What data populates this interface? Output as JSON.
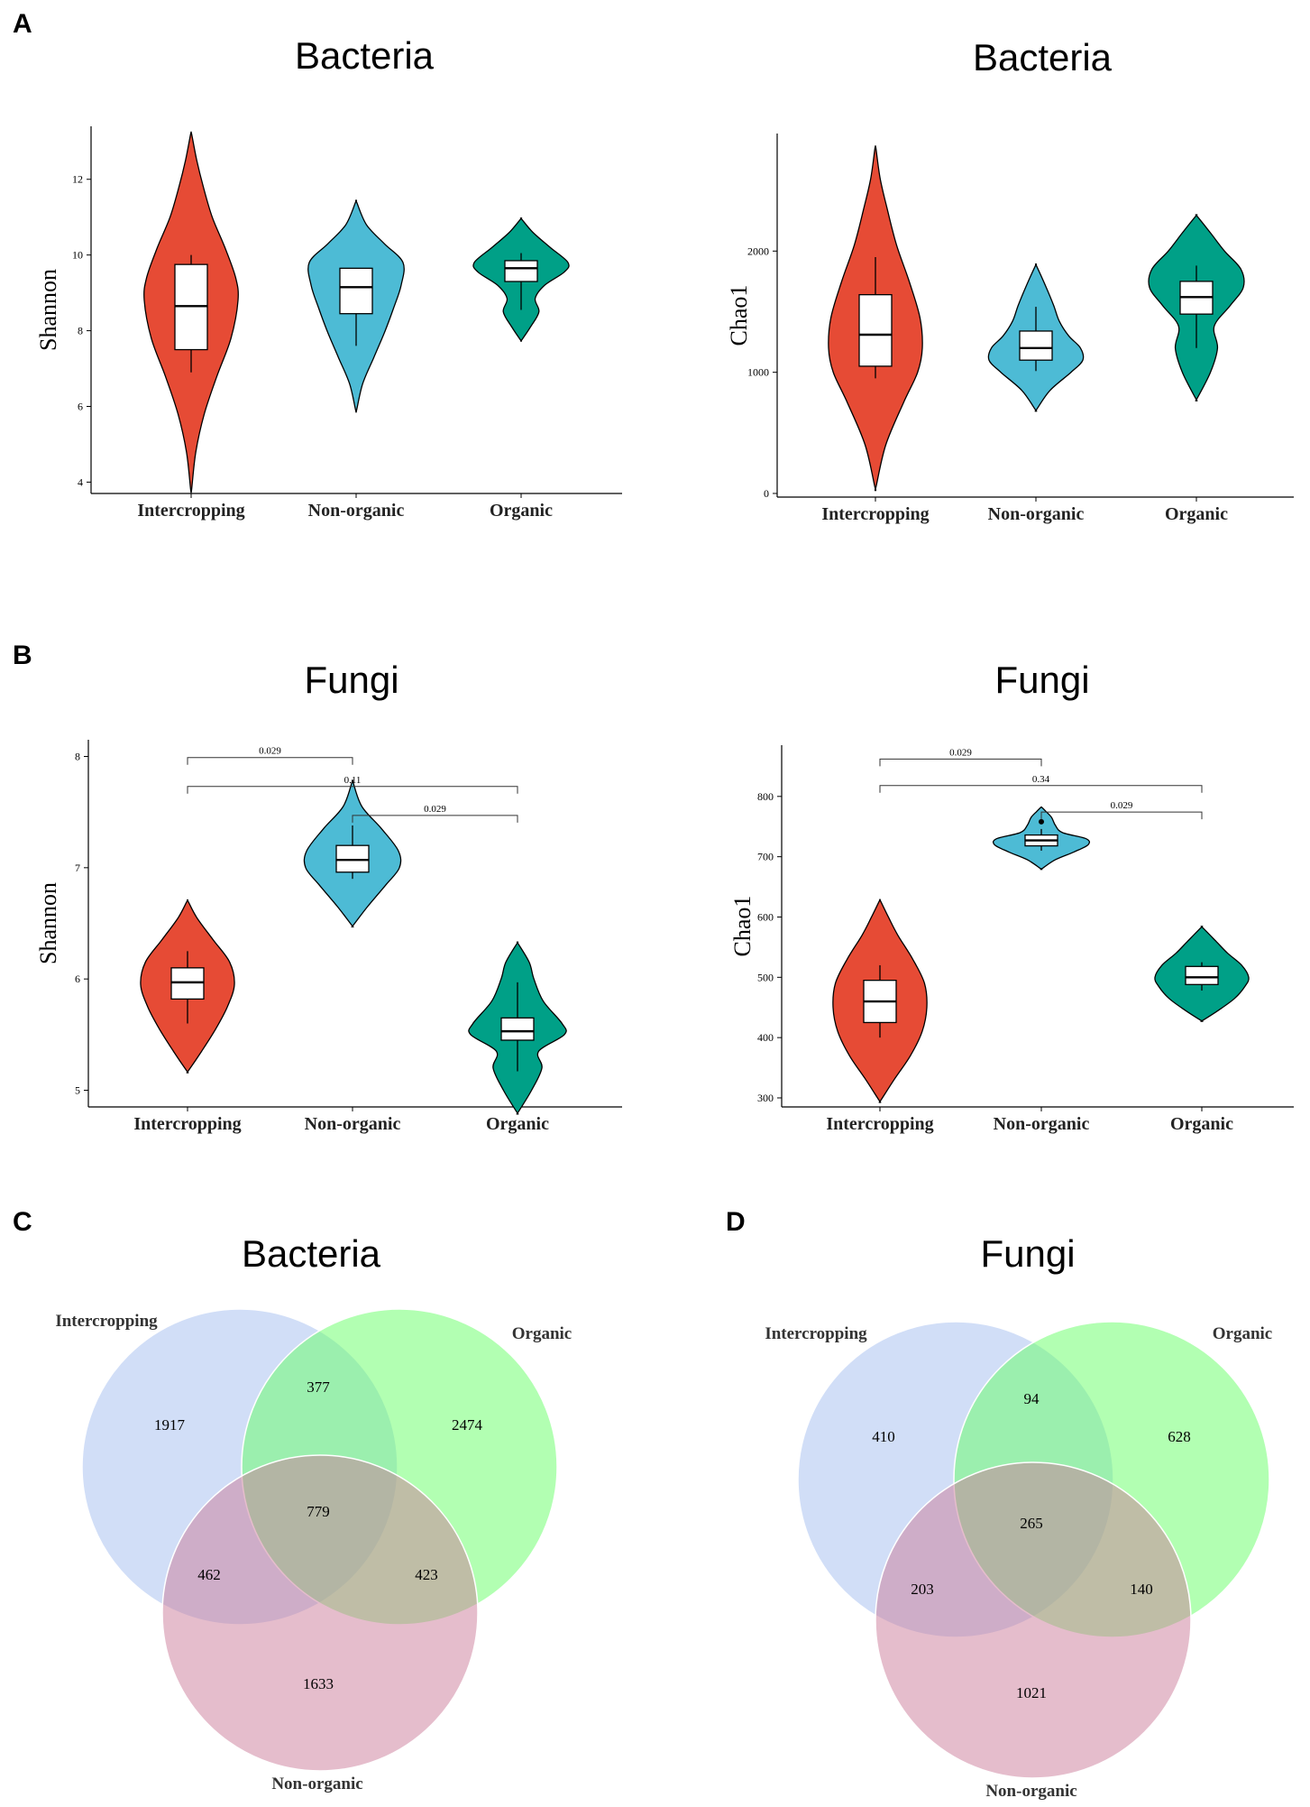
{
  "panels": [
    {
      "letter": "A"
    },
    {
      "letter": "B"
    },
    {
      "letter": "C"
    },
    {
      "letter": "D"
    }
  ],
  "colors": {
    "Intercropping": "#e64b35",
    "Non-organic": "#4dbbd5",
    "Organic": "#00a087",
    "venn_intercropping": "#a3bdf0",
    "venn_organic": "#66ff66",
    "venn_nonorganic": "#cc7b99"
  },
  "chart_data": [
    {
      "type": "violin",
      "title": "Bacteria",
      "ylabel": "Shannon",
      "categories": [
        "Intercropping",
        "Non-organic",
        "Organic"
      ],
      "ylim": [
        3.7,
        13.4
      ],
      "yticks": [
        4,
        6,
        8,
        10,
        12
      ],
      "groups": [
        {
          "name": "Intercropping",
          "range": [
            3.8,
            13.2
          ],
          "box": {
            "q1": 7.5,
            "median": 8.65,
            "q3": 9.75,
            "whisker_low": 6.9,
            "whisker_high": 10.0
          },
          "density": [
            [
              3.8,
              0.01
            ],
            [
              4.8,
              0.1
            ],
            [
              5.8,
              0.28
            ],
            [
              6.8,
              0.55
            ],
            [
              7.8,
              0.85
            ],
            [
              8.8,
              1.0
            ],
            [
              9.4,
              0.95
            ],
            [
              10.2,
              0.72
            ],
            [
              11.0,
              0.45
            ],
            [
              11.8,
              0.26
            ],
            [
              12.5,
              0.12
            ],
            [
              13.2,
              0.01
            ]
          ]
        },
        {
          "name": "Non-organic",
          "range": [
            5.9,
            11.4
          ],
          "box": {
            "q1": 8.45,
            "median": 9.15,
            "q3": 9.65,
            "whisker_low": 7.6,
            "whisker_high": 9.65
          },
          "density": [
            [
              5.9,
              0.01
            ],
            [
              6.6,
              0.14
            ],
            [
              7.3,
              0.38
            ],
            [
              8.0,
              0.62
            ],
            [
              8.6,
              0.8
            ],
            [
              9.2,
              0.96
            ],
            [
              9.8,
              1.0
            ],
            [
              10.3,
              0.6
            ],
            [
              10.8,
              0.22
            ],
            [
              11.4,
              0.01
            ]
          ]
        },
        {
          "name": "Organic",
          "range": [
            7.75,
            10.95
          ],
          "box": {
            "q1": 9.3,
            "median": 9.65,
            "q3": 9.85,
            "whisker_low": 8.55,
            "whisker_high": 10.05
          },
          "density": [
            [
              7.75,
              0.01
            ],
            [
              8.1,
              0.2
            ],
            [
              8.5,
              0.38
            ],
            [
              8.85,
              0.3
            ],
            [
              9.2,
              0.5
            ],
            [
              9.55,
              0.92
            ],
            [
              9.8,
              1.0
            ],
            [
              10.2,
              0.62
            ],
            [
              10.6,
              0.25
            ],
            [
              10.95,
              0.01
            ]
          ]
        }
      ]
    },
    {
      "type": "violin",
      "title": "Bacteria",
      "ylabel": "Chao1",
      "categories": [
        "Intercropping",
        "Non-organic",
        "Organic"
      ],
      "ylim": [
        -30,
        2970
      ],
      "yticks": [
        0,
        1000,
        2000
      ],
      "groups": [
        {
          "name": "Intercropping",
          "range": [
            50,
            2850
          ],
          "box": {
            "q1": 1050,
            "median": 1310,
            "q3": 1640,
            "whisker_low": 950,
            "whisker_high": 1950
          },
          "density": [
            [
              50,
              0.01
            ],
            [
              400,
              0.22
            ],
            [
              750,
              0.6
            ],
            [
              1000,
              0.9
            ],
            [
              1200,
              1.0
            ],
            [
              1450,
              0.95
            ],
            [
              1750,
              0.72
            ],
            [
              2050,
              0.45
            ],
            [
              2350,
              0.25
            ],
            [
              2600,
              0.1
            ],
            [
              2850,
              0.01
            ]
          ]
        },
        {
          "name": "Non-organic",
          "range": [
            690,
            1880
          ],
          "box": {
            "q1": 1100,
            "median": 1200,
            "q3": 1340,
            "whisker_low": 1010,
            "whisker_high": 1540
          },
          "density": [
            [
              690,
              0.01
            ],
            [
              850,
              0.3
            ],
            [
              1000,
              0.75
            ],
            [
              1100,
              1.0
            ],
            [
              1200,
              0.95
            ],
            [
              1300,
              0.7
            ],
            [
              1420,
              0.5
            ],
            [
              1550,
              0.38
            ],
            [
              1700,
              0.22
            ],
            [
              1880,
              0.01
            ]
          ]
        },
        {
          "name": "Organic",
          "range": [
            780,
            2290
          ],
          "box": {
            "q1": 1480,
            "median": 1620,
            "q3": 1750,
            "whisker_low": 1200,
            "whisker_high": 1880
          },
          "density": [
            [
              780,
              0.01
            ],
            [
              1000,
              0.3
            ],
            [
              1200,
              0.45
            ],
            [
              1380,
              0.38
            ],
            [
              1550,
              0.72
            ],
            [
              1700,
              1.0
            ],
            [
              1850,
              0.95
            ],
            [
              2000,
              0.6
            ],
            [
              2150,
              0.3
            ],
            [
              2290,
              0.01
            ]
          ]
        }
      ]
    },
    {
      "type": "violin",
      "title": "Fungi",
      "ylabel": "Shannon",
      "categories": [
        "Intercropping",
        "Non-organic",
        "Organic"
      ],
      "ylim": [
        4.85,
        8.15
      ],
      "yticks": [
        5,
        6,
        7,
        8
      ],
      "groups": [
        {
          "name": "Intercropping",
          "range": [
            5.17,
            6.7
          ],
          "box": {
            "q1": 5.82,
            "median": 5.97,
            "q3": 6.1,
            "whisker_low": 5.6,
            "whisker_high": 6.25
          },
          "density": [
            [
              5.17,
              0.01
            ],
            [
              5.35,
              0.3
            ],
            [
              5.55,
              0.6
            ],
            [
              5.75,
              0.85
            ],
            [
              5.95,
              1.0
            ],
            [
              6.15,
              0.9
            ],
            [
              6.35,
              0.55
            ],
            [
              6.55,
              0.2
            ],
            [
              6.7,
              0.01
            ]
          ]
        },
        {
          "name": "Non-organic",
          "range": [
            6.48,
            7.77
          ],
          "box": {
            "q1": 6.96,
            "median": 7.07,
            "q3": 7.2,
            "whisker_low": 6.9,
            "whisker_high": 7.38
          },
          "density": [
            [
              6.48,
              0.01
            ],
            [
              6.65,
              0.32
            ],
            [
              6.85,
              0.72
            ],
            [
              7.0,
              1.0
            ],
            [
              7.15,
              0.98
            ],
            [
              7.35,
              0.62
            ],
            [
              7.55,
              0.2
            ],
            [
              7.77,
              0.01
            ]
          ]
        },
        {
          "name": "Organic",
          "range": [
            4.8,
            6.32
          ],
          "box": {
            "q1": 5.45,
            "median": 5.53,
            "q3": 5.65,
            "whisker_low": 5.17,
            "whisker_high": 5.97
          },
          "density": [
            [
              4.8,
              0.01
            ],
            [
              5.0,
              0.3
            ],
            [
              5.2,
              0.52
            ],
            [
              5.35,
              0.45
            ],
            [
              5.5,
              1.0
            ],
            [
              5.6,
              0.95
            ],
            [
              5.8,
              0.55
            ],
            [
              6.0,
              0.35
            ],
            [
              6.15,
              0.25
            ],
            [
              6.32,
              0.01
            ]
          ]
        }
      ],
      "comparisons": [
        {
          "groups": [
            "Intercropping",
            "Non-organic"
          ],
          "p": "0.029",
          "y": 7.99
        },
        {
          "groups": [
            "Intercropping",
            "Organic"
          ],
          "p": "0.11",
          "y": 7.73
        },
        {
          "groups": [
            "Non-organic",
            "Organic"
          ],
          "p": "0.029",
          "y": 7.47
        }
      ]
    },
    {
      "type": "violin",
      "title": "Fungi",
      "ylabel": "Chao1",
      "categories": [
        "Intercropping",
        "Non-organic",
        "Organic"
      ],
      "ylim": [
        285,
        885
      ],
      "yticks": [
        300,
        400,
        500,
        600,
        700,
        800
      ],
      "groups": [
        {
          "name": "Intercropping",
          "range": [
            295,
            627
          ],
          "box": {
            "q1": 425,
            "median": 460,
            "q3": 495,
            "whisker_low": 400,
            "whisker_high": 520
          },
          "density": [
            [
              295,
              0.01
            ],
            [
              330,
              0.3
            ],
            [
              370,
              0.65
            ],
            [
              410,
              0.9
            ],
            [
              450,
              1.0
            ],
            [
              490,
              0.95
            ],
            [
              530,
              0.7
            ],
            [
              570,
              0.38
            ],
            [
              600,
              0.18
            ],
            [
              627,
              0.01
            ]
          ]
        },
        {
          "name": "Non-organic",
          "range": [
            680,
            782
          ],
          "box": {
            "q1": 718,
            "median": 727,
            "q3": 736,
            "whisker_low": 710,
            "whisker_high": 746
          },
          "outliers": [
            758
          ],
          "density": [
            [
              680,
              0.01
            ],
            [
              695,
              0.3
            ],
            [
              708,
              0.7
            ],
            [
              720,
              1.0
            ],
            [
              730,
              0.95
            ],
            [
              740,
              0.45
            ],
            [
              752,
              0.3
            ],
            [
              765,
              0.22
            ],
            [
              775,
              0.1
            ],
            [
              782,
              0.01
            ]
          ]
        },
        {
          "name": "Organic",
          "range": [
            428,
            583
          ],
          "box": {
            "q1": 488,
            "median": 500,
            "q3": 518,
            "whisker_low": 478,
            "whisker_high": 525
          },
          "density": [
            [
              428,
              0.01
            ],
            [
              445,
              0.35
            ],
            [
              465,
              0.7
            ],
            [
              485,
              0.92
            ],
            [
              500,
              1.0
            ],
            [
              520,
              0.85
            ],
            [
              540,
              0.55
            ],
            [
              560,
              0.3
            ],
            [
              583,
              0.01
            ]
          ]
        }
      ],
      "comparisons": [
        {
          "groups": [
            "Intercropping",
            "Non-organic"
          ],
          "p": "0.029",
          "y": 862
        },
        {
          "groups": [
            "Intercropping",
            "Organic"
          ],
          "p": "0.34",
          "y": 818
        },
        {
          "groups": [
            "Non-organic",
            "Organic"
          ],
          "p": "0.029",
          "y": 774
        }
      ]
    },
    {
      "type": "venn",
      "title": "Bacteria",
      "sets": [
        "Intercropping",
        "Organic",
        "Non-organic"
      ],
      "counts": {
        "Intercropping_only": 1917,
        "Organic_only": 2474,
        "Non-organic_only": 1633,
        "Intercropping_Organic": 377,
        "Intercropping_Non-organic": 462,
        "Organic_Non-organic": 423,
        "all": 779
      }
    },
    {
      "type": "venn",
      "title": "Fungi",
      "sets": [
        "Intercropping",
        "Organic",
        "Non-organic"
      ],
      "counts": {
        "Intercropping_only": 410,
        "Organic_only": 628,
        "Non-organic_only": 1021,
        "Intercropping_Organic": 94,
        "Intercropping_Non-organic": 203,
        "Organic_Non-organic": 140,
        "all": 265
      }
    }
  ]
}
